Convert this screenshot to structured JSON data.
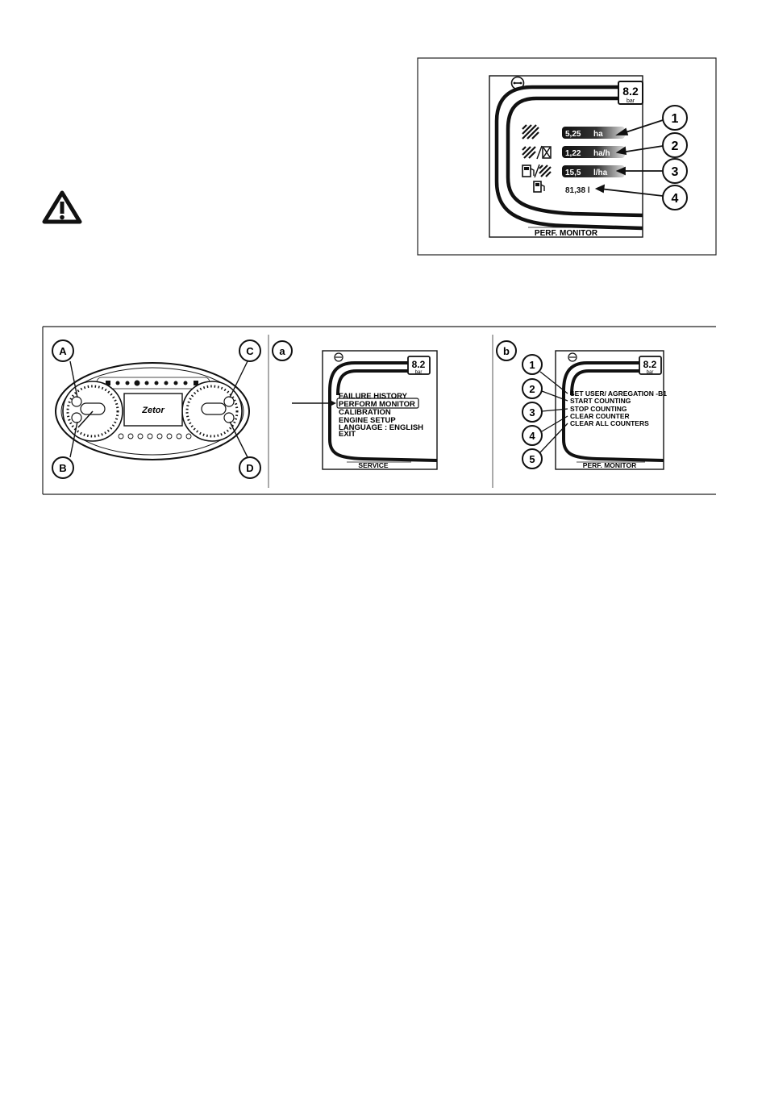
{
  "warning_icon": "warning-triangle-icon",
  "top_display": {
    "pressure_value": "8.2",
    "pressure_unit": "bar",
    "footer": "PERF. MONITOR",
    "rows": [
      {
        "icon": "area-hatched-icon",
        "value": "5,25",
        "unit": "ha",
        "callout": "1"
      },
      {
        "icon": "area-per-hour-icon",
        "value": "1,22",
        "unit": "ha/h",
        "callout": "2"
      },
      {
        "icon": "fuel-per-area-icon",
        "value": "15,5",
        "unit": "l/ha",
        "callout": "3"
      },
      {
        "icon": "fuel-pump-icon",
        "value": "81,38 l",
        "unit": "",
        "callout": "4"
      }
    ]
  },
  "bottom": {
    "dashboard": {
      "labels": [
        "A",
        "B",
        "C",
        "D"
      ],
      "brand": "Zetor"
    },
    "panel_a": {
      "label": "a",
      "pressure_value": "8.2",
      "pressure_unit": "bar",
      "menu": [
        "FAILURE HISTORY",
        "PERFORM MONITOR",
        "CALIBRATION",
        "ENGINE SETUP",
        "LANGUAGE : ENGLISH",
        "EXIT"
      ],
      "selected_index": 1,
      "footer": "SERVICE"
    },
    "panel_b": {
      "label": "b",
      "pressure_value": "8.2",
      "pressure_unit": "bar",
      "menu": [
        "SET USER/ AGREGATION -B1",
        "START COUNTING",
        "STOP COUNTING",
        "CLEAR COUNTER",
        "CLEAR ALL COUNTERS"
      ],
      "callouts": [
        "1",
        "2",
        "3",
        "4",
        "5"
      ],
      "footer": "PERF. MONITOR"
    }
  }
}
